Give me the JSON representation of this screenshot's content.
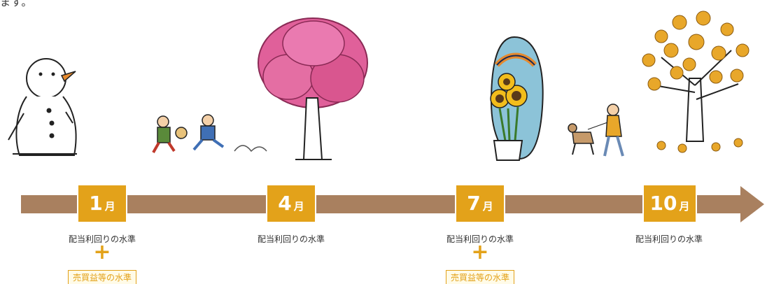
{
  "header_fragment": "ます。",
  "timeline": {
    "months": [
      {
        "number": "1",
        "suffix": "月",
        "caption": "配当利回りの水準",
        "has_extra": true,
        "extra_caption": "売買益等の水準",
        "illustration": "snowman"
      },
      {
        "number": "4",
        "suffix": "月",
        "caption": "配当利回りの水準",
        "has_extra": false,
        "illustration": "cherry-blossom-tree"
      },
      {
        "number": "7",
        "suffix": "月",
        "caption": "配当利回りの水準",
        "has_extra": true,
        "extra_caption": "売買益等の水準",
        "illustration": "sunflowers-and-surfboard"
      },
      {
        "number": "10",
        "suffix": "月",
        "caption": "配当利回りの水準",
        "has_extra": false,
        "illustration": "autumn-leaves-tree"
      }
    ],
    "plus_symbol": "+"
  },
  "colors": {
    "bar": "#a9805f",
    "accent": "#e3a21a",
    "blossom": "#e0609a",
    "leaf": "#e8a72a",
    "sunflower": "#f2bd1c",
    "surfboard": "#8cc3d8"
  }
}
